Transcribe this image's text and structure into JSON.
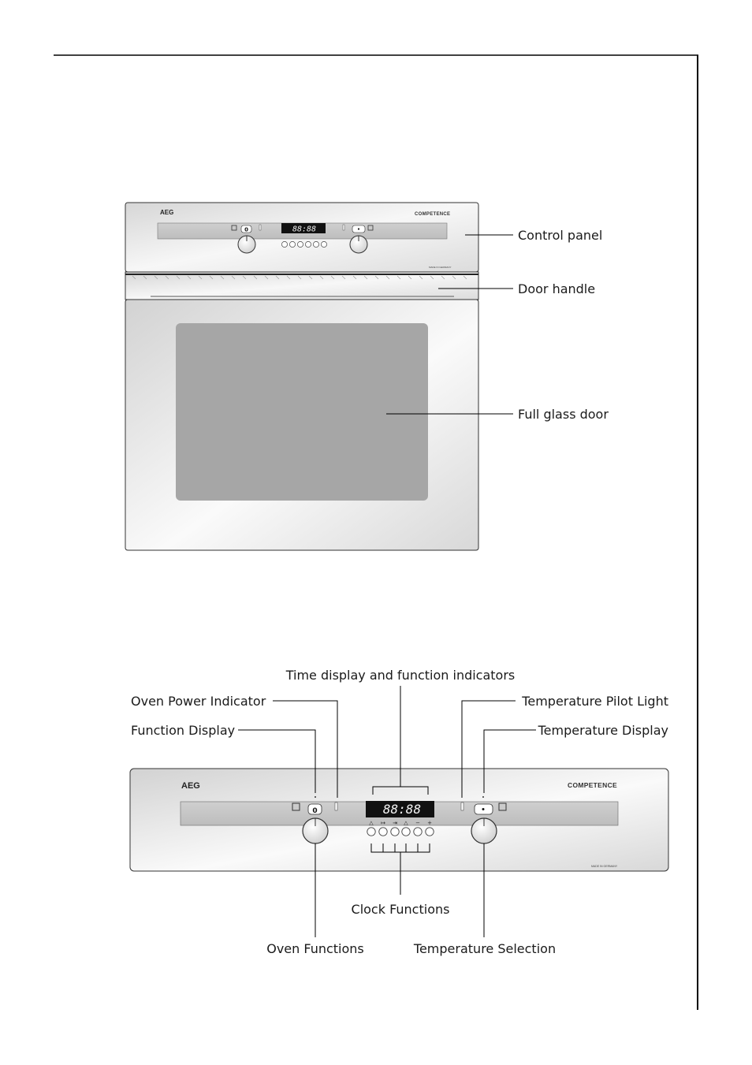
{
  "oven_diagram": {
    "brand": "AEG",
    "model_badge": "COMPETENCE",
    "display_time": "88:88",
    "function_knob_value": "0",
    "labels": {
      "control_panel": "Control panel",
      "door_handle": "Door handle",
      "full_glass_door": "Full glass door"
    }
  },
  "panel_diagram": {
    "brand": "AEG",
    "model_badge": "COMPETENCE",
    "display_time": "88:88",
    "function_knob_value": "0",
    "made_in": "MADE IN GERMANY",
    "button_symbols": [
      "△",
      "↦",
      "⇥",
      "△",
      "−",
      "+"
    ],
    "labels": {
      "time_display": "Time display and function indicators",
      "oven_power_indicator": "Oven Power Indicator",
      "function_display": "Function Display",
      "temperature_pilot_light": "Temperature Pilot Light",
      "temperature_display": "Temperature Display",
      "clock_functions": "Clock Functions",
      "oven_functions": "Oven Functions",
      "temperature_selection": "Temperature Selection"
    }
  },
  "colors": {
    "panel_steel": "#e6e6e6",
    "glass_window": "#a6a6a6",
    "display_bg": "#111111"
  }
}
